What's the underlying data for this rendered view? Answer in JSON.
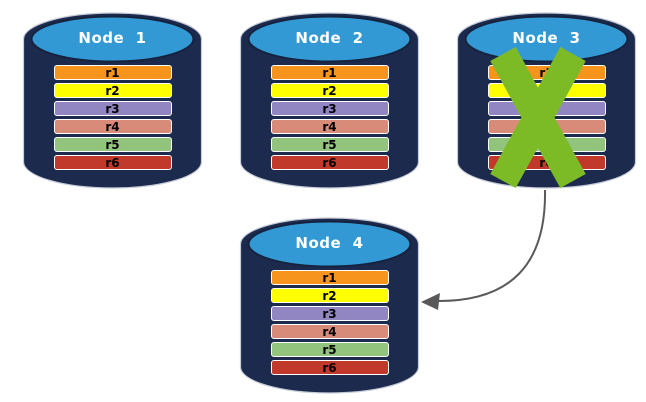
{
  "diagram": {
    "description": "Database replication diagram: Node 3 failed, records copied to Node 4",
    "nodes": [
      {
        "id": "node-1",
        "label": "Node  1",
        "failed": false,
        "records": [
          "r1",
          "r2",
          "r3",
          "r4",
          "r5",
          "r6"
        ]
      },
      {
        "id": "node-2",
        "label": "Node  2",
        "failed": false,
        "records": [
          "r1",
          "r2",
          "r3",
          "r4",
          "r5",
          "r6"
        ]
      },
      {
        "id": "node-3",
        "label": "Node  3",
        "failed": true,
        "records": [
          "r1",
          "r2",
          "r3",
          "r4",
          "r5",
          "r6"
        ]
      },
      {
        "id": "node-4",
        "label": "Node  4",
        "failed": false,
        "records": [
          "r1",
          "r2",
          "r3",
          "r4",
          "r5",
          "r6"
        ]
      }
    ],
    "arrow": {
      "from_node": "Node 3",
      "to_node": "Node 4"
    },
    "colors": {
      "background": "#FFFFFF",
      "cylinder_body": "#1C2B4D",
      "cylinder_top": "#3399D5",
      "cylinder_outline": "#C7CDD9",
      "title_text": "#FFFFFF",
      "record_text": "#000000",
      "record_border": "#FFFFFF",
      "failure_x": "#7DBB26",
      "arrow": "#595959"
    },
    "record_colors": {
      "r1": "#F7941D",
      "r2": "#FFFF00",
      "r3": "#9185C2",
      "r4": "#D98B7A",
      "r5": "#93C47D",
      "r6": "#C0392B"
    }
  }
}
